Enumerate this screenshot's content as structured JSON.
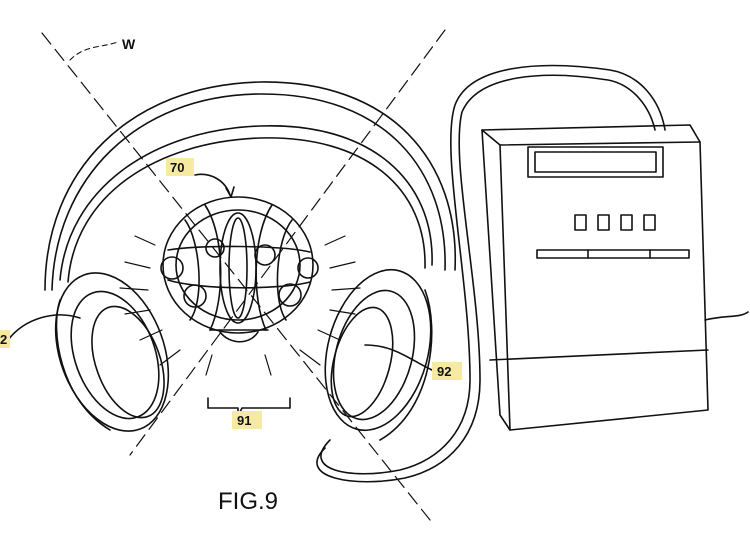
{
  "figure": {
    "caption": "FIG.9",
    "labels": {
      "w": "W",
      "ref_70": "70",
      "ref_91": "91",
      "ref_92": "92",
      "ref_left": "2"
    },
    "colors": {
      "line": "#111111",
      "label_highlight": "#f6eaa3",
      "background": "#ffffff"
    }
  }
}
